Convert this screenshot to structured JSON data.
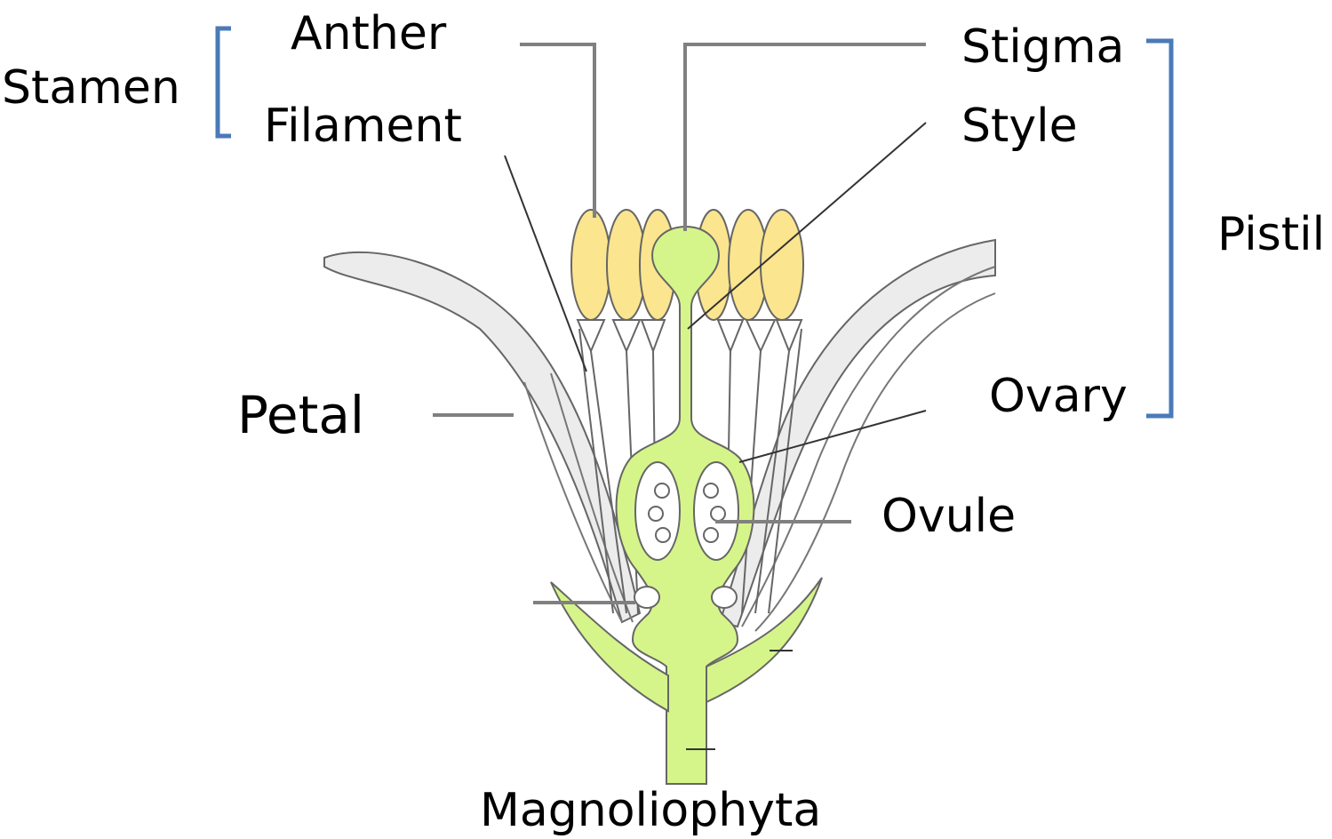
{
  "labels": {
    "stamen": "Stamen",
    "anther": "Anther",
    "filament": "Filament",
    "stigma": "Stigma",
    "style": "Style",
    "pistil": "Pistil",
    "ovary": "Ovary",
    "petal": "Petal",
    "ovule": "Ovule",
    "caption": "Magnoliophyta"
  },
  "colors": {
    "pistil_green": "#d5f58a",
    "anther_yellow": "#fbe58e",
    "bracket_blue": "#4a7ab8",
    "leader_gray": "#808080",
    "outline": "#555555"
  }
}
